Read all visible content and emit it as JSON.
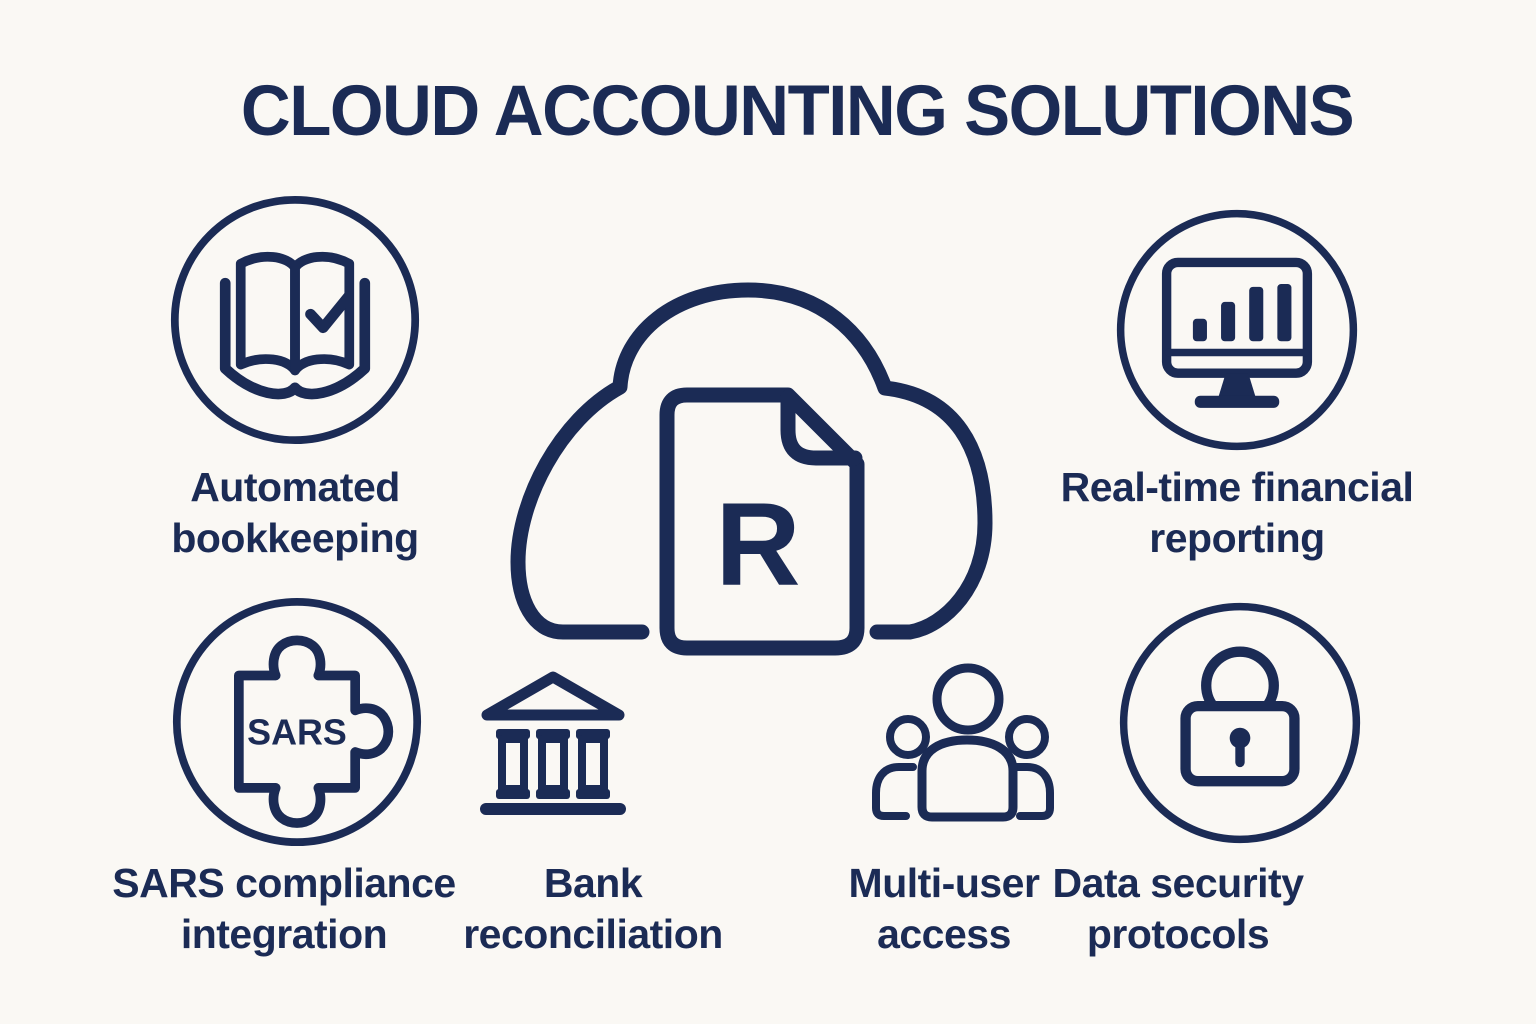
{
  "title": "CLOUD ACCOUNTING SOLUTIONS",
  "colors": {
    "ink": "#1b2b55",
    "bg": "#faf8f4"
  },
  "center": {
    "icon": "cloud-rand-document",
    "letter": "R"
  },
  "features": [
    {
      "id": "automated-bookkeeping",
      "label": "Automated bookkeeping",
      "icon": "book-check-icon",
      "circled": true
    },
    {
      "id": "realtime-reporting",
      "label": "Real-time financial reporting",
      "icon": "monitor-bar-chart-icon",
      "circled": true
    },
    {
      "id": "sars-compliance",
      "label": "SARS compliance integration",
      "icon": "puzzle-piece-icon",
      "icon_text": "SARS",
      "circled": true
    },
    {
      "id": "bank-reconciliation",
      "label": "Bank reconciliation",
      "icon": "bank-building-icon",
      "circled": false
    },
    {
      "id": "multi-user-access",
      "label": "Multi-user access",
      "icon": "users-icon",
      "circled": false
    },
    {
      "id": "data-security",
      "label": "Data security protocols",
      "icon": "padlock-icon",
      "circled": true
    }
  ]
}
